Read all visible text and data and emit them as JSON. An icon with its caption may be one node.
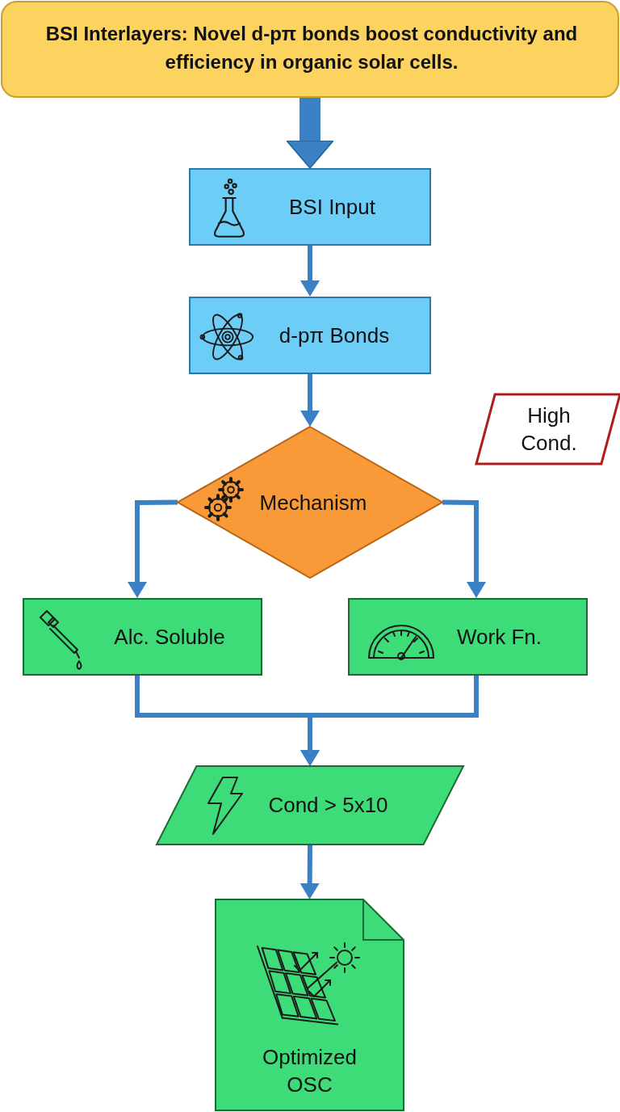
{
  "diagram": {
    "nodes": [
      {
        "text": [
          "BSI Interlayers: Novel d-pπ bonds boost conductivity and efficiency in organic solar cells."
        ]
      },
      {
        "text": [
          "BSI Input"
        ]
      },
      {
        "text": [
          "d-pπ Bonds"
        ]
      },
      {
        "text": [
          "Mechanism"
        ]
      },
      {
        "text": [
          "High Cond."
        ]
      },
      {
        "text": [
          "Alc. Soluble"
        ]
      },
      {
        "text": [
          "Work Fn."
        ]
      },
      {
        "text": [
          "Cond > 5x10"
        ]
      },
      {
        "text": [
          "Optimized OSC"
        ]
      }
    ],
    "edges": [
      {
        "from": 0,
        "to": 1,
        "arrow": "to",
        "style": "thick"
      },
      {
        "from": 1,
        "to": 2,
        "arrow": "to"
      },
      {
        "from": 2,
        "to": 3,
        "arrow": "to"
      },
      {
        "from": 3,
        "to": 5,
        "arrow": "to"
      },
      {
        "from": 3,
        "to": 6,
        "arrow": "to"
      },
      {
        "from": 5,
        "to": 7,
        "arrow": "to"
      },
      {
        "from": 6,
        "to": 7,
        "arrow": "to"
      },
      {
        "from": 7,
        "to": 8,
        "arrow": "to"
      }
    ]
  }
}
